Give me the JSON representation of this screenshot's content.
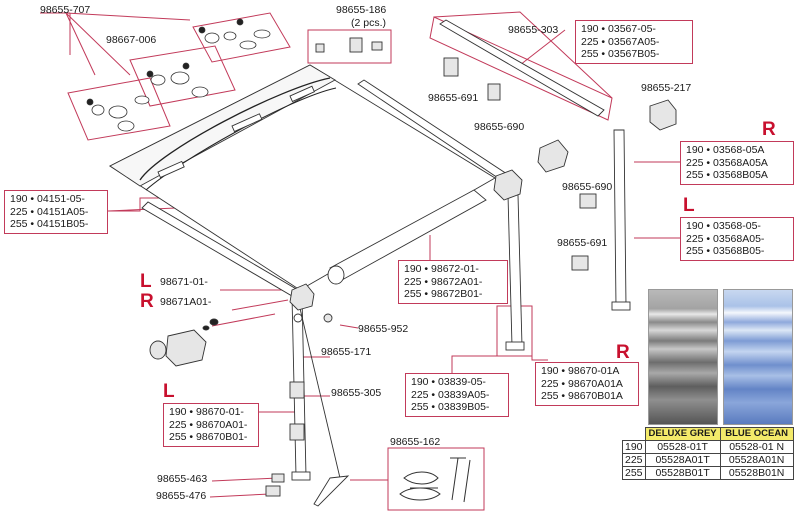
{
  "labels": {
    "p98655_707": "98655-707",
    "p98667_006": "98667-006",
    "p98655_186": "98655-186",
    "p98655_186_qty": "(2 pcs.)",
    "p98655_303": "98655-303",
    "p98655_691_top": "98655-691",
    "p98655_690_top": "98655-690",
    "p98655_217": "98655-217",
    "p98655_690_mid": "98655-690",
    "p98655_691_mid": "98655-691",
    "p98671_L": "98671-01-",
    "p98671_R": "98671A01-",
    "p98655_952": "98655-952",
    "p98655_171": "98655-171",
    "p98655_305": "98655-305",
    "p98655_162": "98655-162",
    "p98655_463": "98655-463",
    "p98655_476": "98655-476"
  },
  "boxes": {
    "b03567": [
      "190 • 03567-05-",
      "225 • 03567A05-",
      "255 • 03567B05-"
    ],
    "b03568R": [
      "190 • 03568-05A",
      "225 • 03568A05A",
      "255 • 03568B05A"
    ],
    "b03568L": [
      "190 • 03568-05-",
      "225 • 03568A05-",
      "255 • 03568B05-"
    ],
    "b04151": [
      "190 • 04151-05-",
      "225 • 04151A05-",
      "255 • 04151B05-"
    ],
    "b98672": [
      "190 • 98672-01-",
      "225 • 98672A01-",
      "255 • 98672B01-"
    ],
    "b03839": [
      "190 • 03839-05-",
      "225 • 03839A05-",
      "255 • 03839B05-"
    ],
    "b98670R": [
      "190 • 98670-01A",
      "225 • 98670A01A",
      "255 • 98670B01A"
    ],
    "b98670L": [
      "190 • 98670-01-",
      "225 • 98670A01-",
      "255 • 98670B01-"
    ]
  },
  "sides": {
    "R": "R",
    "L": "L"
  },
  "fabric_table": {
    "headers": [
      "DELUXE GREY",
      "BLUE OCEAN"
    ],
    "rows": [
      {
        "size": "190",
        "grey": "05528-01T",
        "blue": "05528-01 N"
      },
      {
        "size": "225",
        "grey": "05528A01T",
        "blue": "05528A01N"
      },
      {
        "size": "255",
        "grey": "05528B01T",
        "blue": "05528B01N"
      }
    ]
  },
  "colors": {
    "line": "#c23a5a",
    "side_letter": "#c8102e",
    "header_bg": "#f3ea6a",
    "grey_fabric": "#8a8a8a",
    "blue_fabric": "#7f9bd0"
  }
}
